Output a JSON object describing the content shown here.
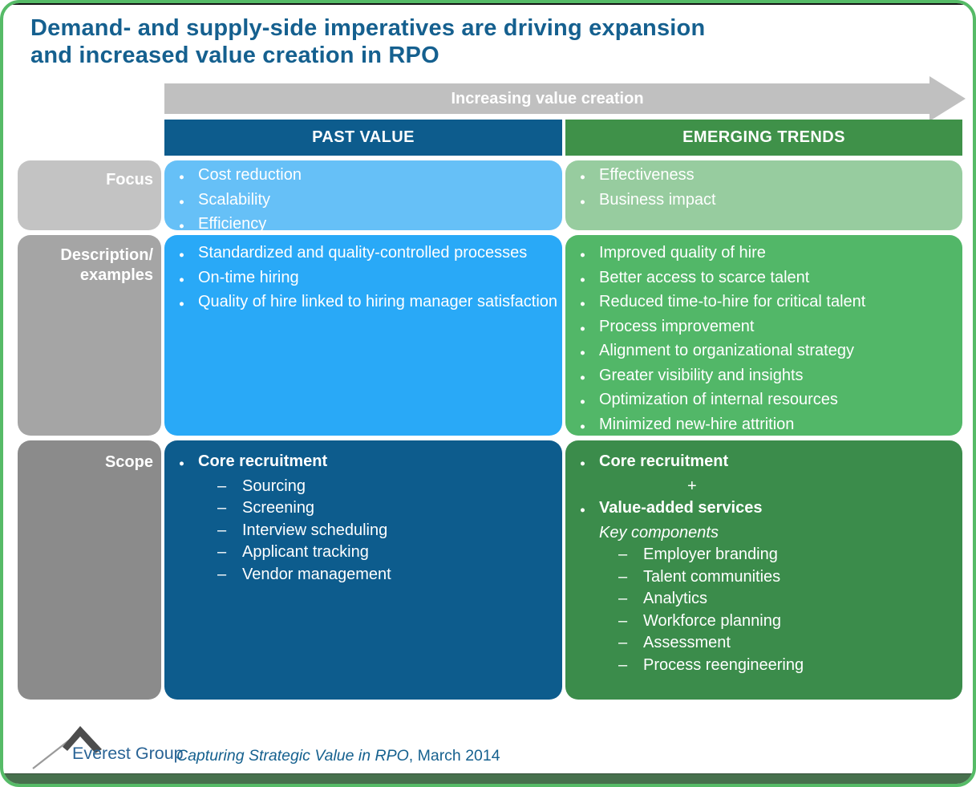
{
  "title": {
    "line1": "Demand- and supply-side imperatives are driving expansion",
    "line2": "and increased value creation in RPO"
  },
  "arrow": {
    "label": "Increasing value creation"
  },
  "columns": {
    "past": "PAST VALUE",
    "emerging": "EMERGING TRENDS"
  },
  "rows": [
    {
      "id": "focus",
      "label_lines": [
        "Focus"
      ],
      "past_items": [
        {
          "t": "Cost reduction",
          "k": "bullet"
        },
        {
          "t": "Scalability",
          "k": "bullet"
        },
        {
          "t": "Efficiency",
          "k": "bullet"
        }
      ],
      "emerging_items": [
        {
          "t": "Effectiveness",
          "k": "bullet"
        },
        {
          "t": "Business impact",
          "k": "bullet"
        }
      ]
    },
    {
      "id": "description",
      "label_lines": [
        "Description/",
        "examples"
      ],
      "past_items": [
        {
          "t": "Standardized and quality-controlled processes",
          "k": "bullet"
        },
        {
          "t": "On-time hiring",
          "k": "bullet"
        },
        {
          "t": "Quality of hire linked to hiring manager satisfaction",
          "k": "bullet"
        }
      ],
      "emerging_items": [
        {
          "t": "Improved quality of hire",
          "k": "bullet"
        },
        {
          "t": "Better access to scarce talent",
          "k": "bullet"
        },
        {
          "t": "Reduced time-to-hire for critical talent",
          "k": "bullet"
        },
        {
          "t": "Process improvement",
          "k": "bullet"
        },
        {
          "t": "Alignment to organizational strategy",
          "k": "bullet"
        },
        {
          "t": "Greater visibility and insights",
          "k": "bullet"
        },
        {
          "t": "Optimization of internal resources",
          "k": "bullet"
        },
        {
          "t": "Minimized new-hire attrition",
          "k": "bullet"
        }
      ]
    },
    {
      "id": "scope",
      "label_lines": [
        "Scope"
      ],
      "past_items": [
        {
          "t": "Core recruitment",
          "k": "bullet-bold"
        },
        {
          "t": "Sourcing",
          "k": "dash"
        },
        {
          "t": "Screening",
          "k": "dash"
        },
        {
          "t": "Interview scheduling",
          "k": "dash"
        },
        {
          "t": "Applicant tracking",
          "k": "dash"
        },
        {
          "t": "Vendor management",
          "k": "dash"
        }
      ],
      "emerging_items": [
        {
          "t": "Core recruitment",
          "k": "bullet-bold"
        },
        {
          "t": "+",
          "k": "plus"
        },
        {
          "t": "Value-added services",
          "k": "bullet-bold"
        },
        {
          "t": "Key components",
          "k": "italic"
        },
        {
          "t": "Employer branding",
          "k": "dash"
        },
        {
          "t": "Talent communities",
          "k": "dash"
        },
        {
          "t": "Analytics",
          "k": "dash"
        },
        {
          "t": "Workforce planning",
          "k": "dash"
        },
        {
          "t": "Assessment",
          "k": "dash"
        },
        {
          "t": "Process reengineering",
          "k": "dash"
        }
      ]
    }
  ],
  "footer": {
    "brand": "Everest Group",
    "source_italic": "Capturing Strategic Value in RPO",
    "source_suffix": ", March 2014"
  },
  "colors": {
    "title_text": "#15608f",
    "border_green": "#56bb67",
    "arrow_gray": "#c0c0c0",
    "header_past_bg": "#0d5c8d",
    "header_emerging_bg": "#3f9149",
    "label_focus_bg": "#c3c3c3",
    "label_description_bg": "#a5a5a5",
    "label_scope_bg": "#8b8b8b",
    "cell_focus_past_bg": "#66c0f7",
    "cell_focus_emerging_bg": "#97cc9f",
    "cell_description_past_bg": "#29a9f7",
    "cell_description_emerging_bg": "#52b768",
    "cell_scope_past_bg": "#0d5c8d",
    "cell_scope_emerging_bg": "#3b8c4b",
    "footer_bar_bg": "#47704d",
    "footer_text": "#16618f",
    "logo_text": "#2a6496",
    "logo_peak": "#4d4d4d",
    "logo_slope": "#9a9a9a"
  }
}
